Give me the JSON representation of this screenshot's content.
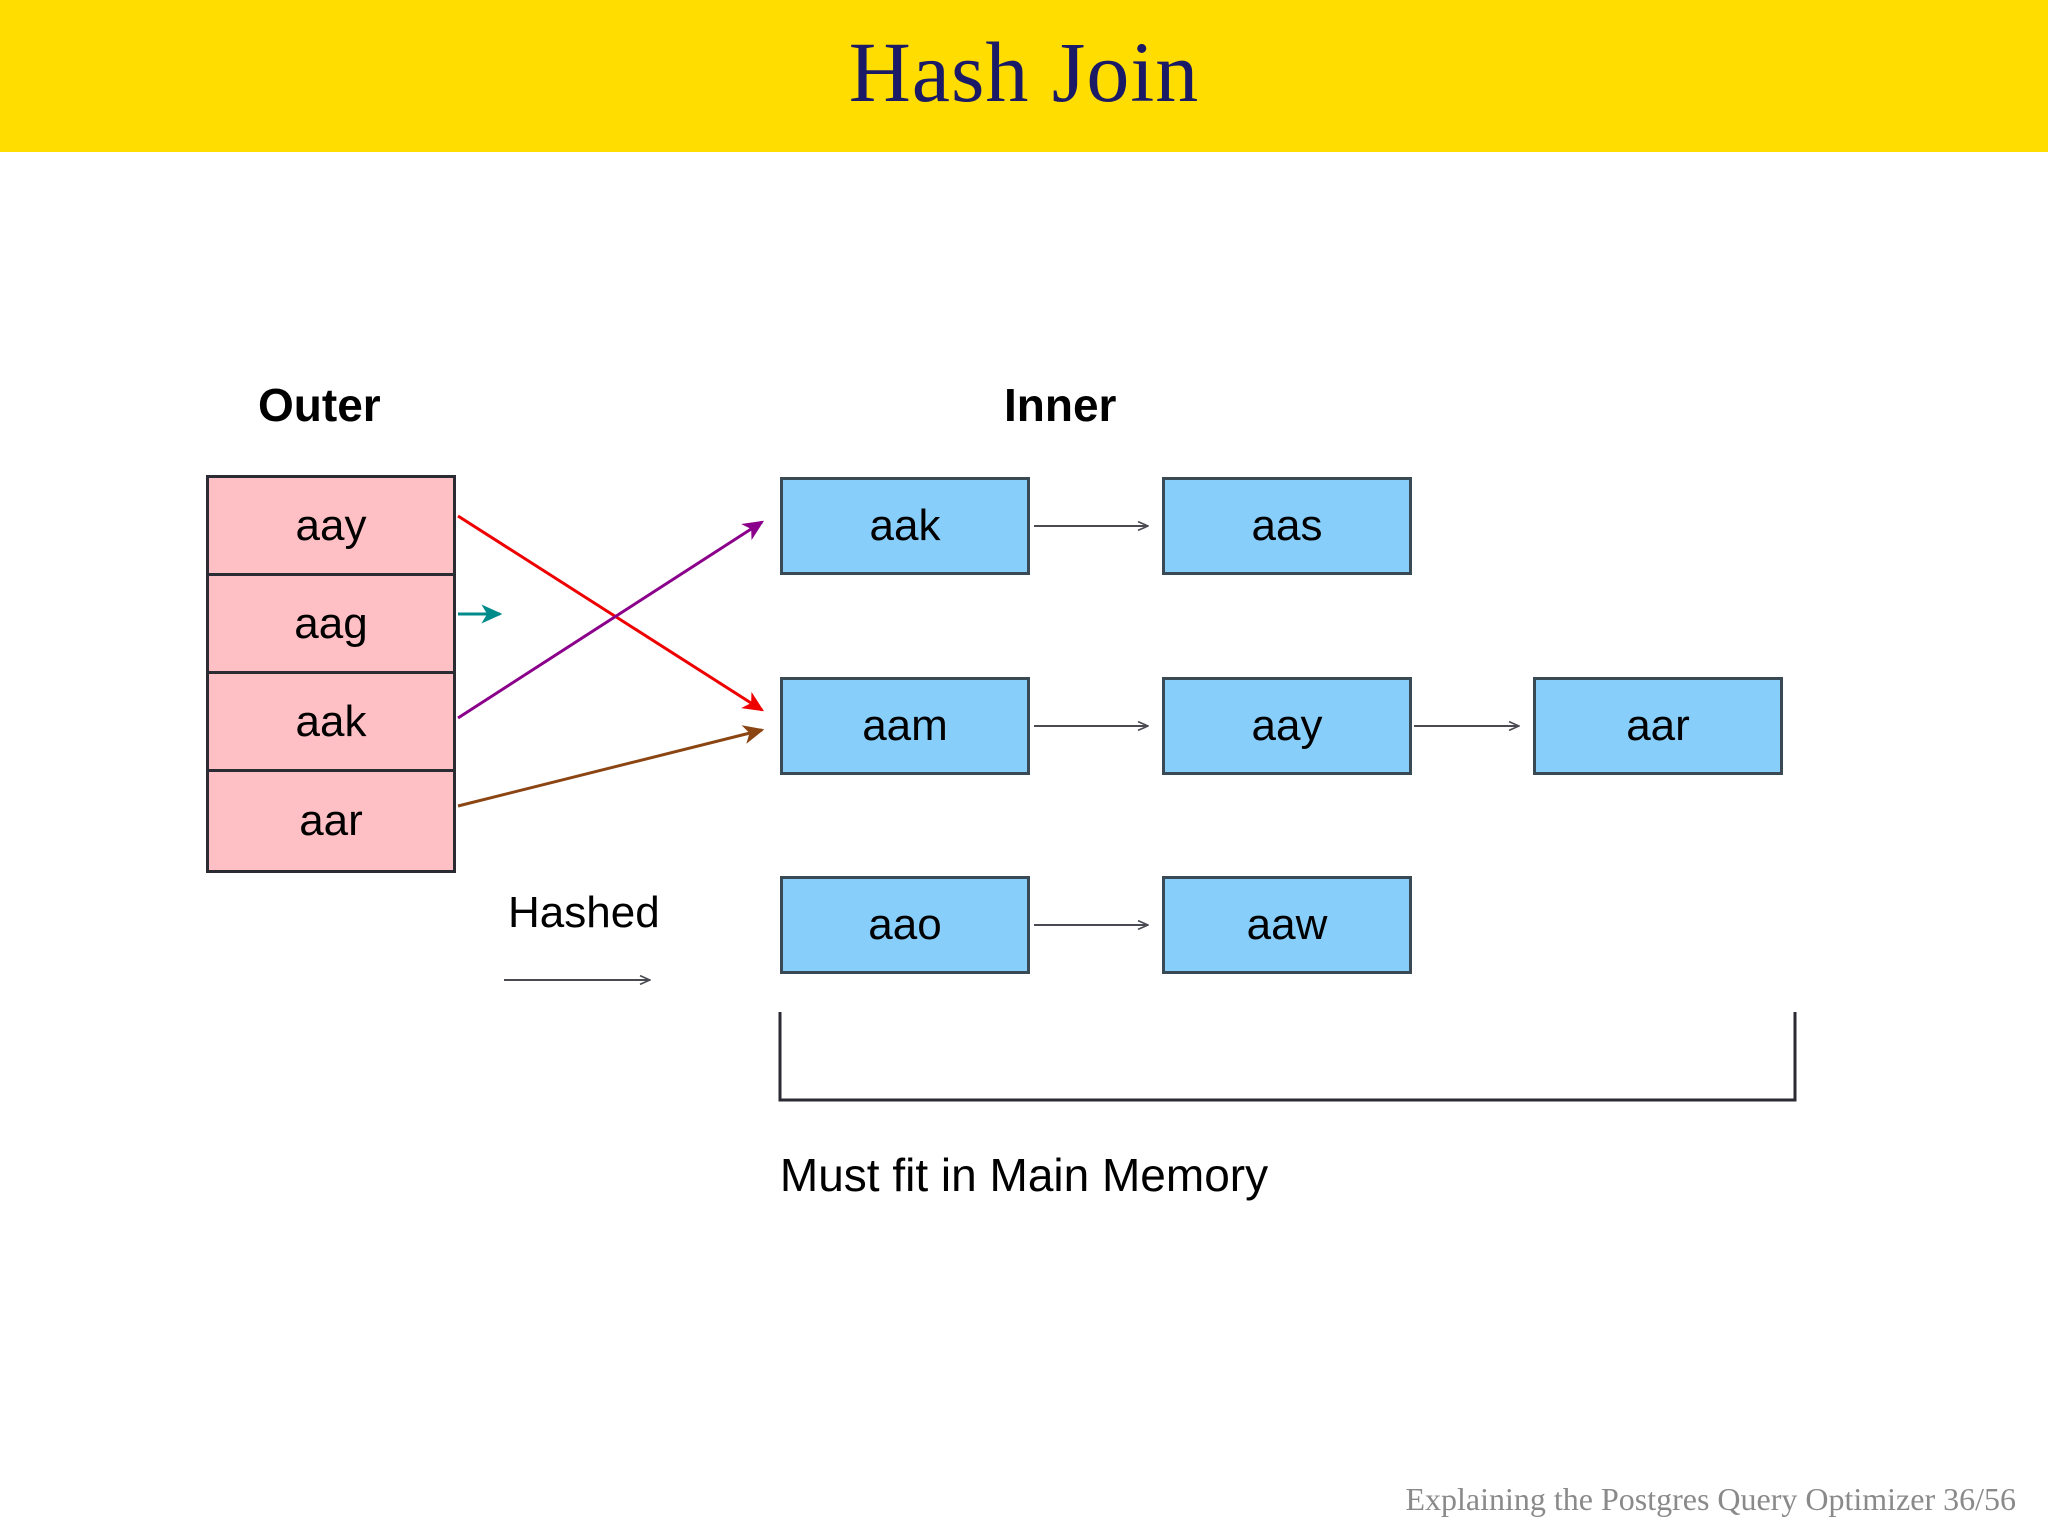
{
  "slide": {
    "title": "Hash Join",
    "banner_color": "#FFDD00",
    "title_color": "#1a1a66",
    "background": "#FFFFFF"
  },
  "diagram": {
    "outer": {
      "heading": "Outer",
      "fill_color": "#FFC0C5",
      "border_color": "#2b2b33",
      "cells": [
        {
          "label": "aay"
        },
        {
          "label": "aag"
        },
        {
          "label": "aak"
        },
        {
          "label": "aar"
        }
      ]
    },
    "inner": {
      "heading": "Inner",
      "fill_color": "#87CEFA",
      "border_color": "#3a4a55",
      "buckets": [
        {
          "chain": [
            {
              "label": "aak"
            },
            {
              "label": "aas"
            }
          ]
        },
        {
          "chain": [
            {
              "label": "aam"
            },
            {
              "label": "aay"
            },
            {
              "label": "aar"
            }
          ]
        },
        {
          "chain": [
            {
              "label": "aao"
            },
            {
              "label": "aaw"
            }
          ]
        }
      ]
    },
    "hash_links": [
      {
        "from": "aay",
        "to": "aam",
        "color": "#EE0000",
        "name": "link-aay-to-aam"
      },
      {
        "from": "aag",
        "to": "stub",
        "color": "#008B8B",
        "name": "link-aag-stub"
      },
      {
        "from": "aak",
        "to": "aak",
        "color": "#8B008B",
        "name": "link-aak-to-aak"
      },
      {
        "from": "aar",
        "to": "aam",
        "color": "#8B4513",
        "name": "link-aar-to-aam"
      }
    ],
    "hashed_label": "Hashed",
    "memory_caption": "Must fit in Main Memory",
    "chain_arrow_color": "#4a4a52",
    "bracket_color": "#2b2b33"
  },
  "footer": {
    "text": "Explaining the Postgres Query Optimizer  36/56"
  }
}
